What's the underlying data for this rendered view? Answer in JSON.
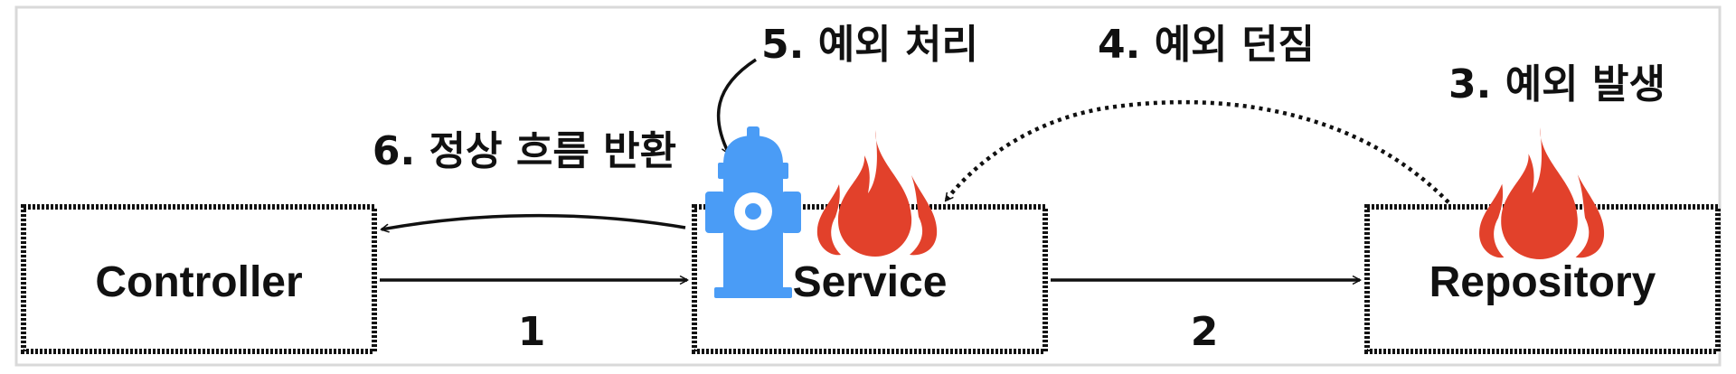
{
  "boxes": {
    "controller": "Controller",
    "service": "Service",
    "repository": "Repository"
  },
  "arrows": {
    "call_1": "1",
    "call_2": "2"
  },
  "steps": {
    "step3": "3. 예외 발생",
    "step4": "4. 예외 던짐",
    "step5": "5. 예외 처리",
    "step6": "6. 정상 흐름 반환"
  },
  "icons": {
    "exception": "flame-icon",
    "handler": "fire-hydrant-icon"
  },
  "colors": {
    "flame": "#e2412b",
    "hydrant": "#4a9cf6",
    "line": "#111111"
  }
}
